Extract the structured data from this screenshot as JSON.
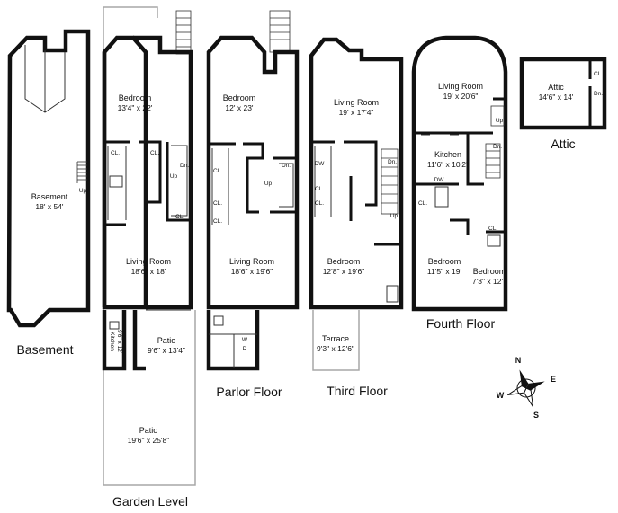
{
  "floors": {
    "basement": "Basement",
    "garden": "Garden Level",
    "parlor": "Parlor Floor",
    "third": "Third Floor",
    "fourth": "Fourth Floor",
    "attic": "Attic"
  },
  "rooms": {
    "basement": {
      "name": "Basement",
      "dims": "18' x 54'"
    },
    "garden_bedroom": {
      "name": "Bedroom",
      "dims": "13'4\" x 22'"
    },
    "garden_living": {
      "name": "Living Room",
      "dims": "18'6\" x 18'"
    },
    "garden_kitchen": {
      "name": "Kitchen",
      "dims": "9'6\" x 12'"
    },
    "garden_patio_small": {
      "name": "Patio",
      "dims": "9'6\" x 13'4\""
    },
    "garden_patio_large": {
      "name": "Patio",
      "dims": "19'6\" x 25'8\""
    },
    "parlor_bedroom": {
      "name": "Bedroom",
      "dims": "12' x 23'"
    },
    "parlor_living": {
      "name": "Living Room",
      "dims": "18'6\" x 19'6\""
    },
    "third_living": {
      "name": "Living Room",
      "dims": "19' x 17'4\""
    },
    "third_bedroom": {
      "name": "Bedroom",
      "dims": "12'8\" x 19'6\""
    },
    "third_terrace": {
      "name": "Terrace",
      "dims": "9'3\" x 12'6\""
    },
    "fourth_living": {
      "name": "Living Room",
      "dims": "19' x 20'6\""
    },
    "fourth_kitchen": {
      "name": "Kitchen",
      "dims": "11'6\" x 10'2\""
    },
    "fourth_bedroom1": {
      "name": "Bedroom",
      "dims": "11'5\" x 19'"
    },
    "fourth_bedroom2": {
      "name": "Bedroom",
      "dims": "7'3\" x 12'"
    },
    "attic": {
      "name": "Attic",
      "dims": "14'6\" x 14'"
    }
  },
  "small_labels": {
    "cl": "CL.",
    "dn": "Dn.",
    "up": "Up",
    "dw": "DW",
    "w": "W",
    "d": "D"
  },
  "compass": {
    "n": "N",
    "e": "E",
    "s": "S",
    "w": "W"
  }
}
